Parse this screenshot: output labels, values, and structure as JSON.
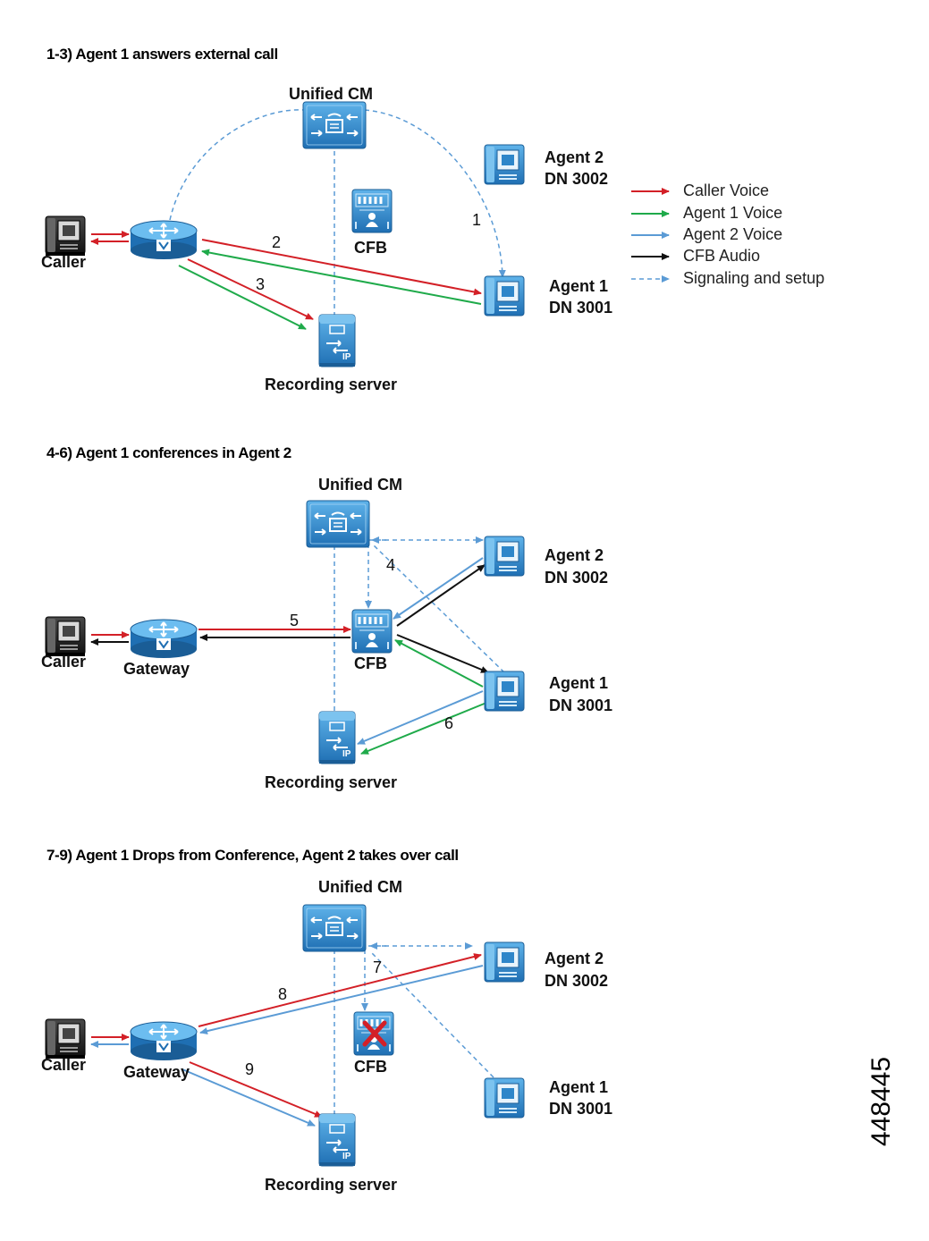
{
  "panels": [
    {
      "title": "1-3) Agent 1 answers external call",
      "unified_cm": "Unified CM",
      "caller": "Caller",
      "cfb": "CFB",
      "recording": "Recording server",
      "agent2": "Agent 2",
      "agent2_dn": "DN 3002",
      "agent1": "Agent 1",
      "agent1_dn": "DN 3001",
      "steps": [
        "1",
        "2",
        "3"
      ]
    },
    {
      "title": "4-6) Agent 1 conferences in Agent 2",
      "unified_cm": "Unified CM",
      "caller": "Caller",
      "gateway": "Gateway",
      "cfb": "CFB",
      "recording": "Recording server",
      "agent2": "Agent 2",
      "agent2_dn": "DN 3002",
      "agent1": "Agent 1",
      "agent1_dn": "DN 3001",
      "steps": [
        "4",
        "5",
        "6"
      ]
    },
    {
      "title": "7-9) Agent 1 Drops from Conference, Agent 2 takes over call",
      "unified_cm": "Unified CM",
      "caller": "Caller",
      "gateway": "Gateway",
      "cfb": "CFB",
      "recording": "Recording server",
      "agent2": "Agent 2",
      "agent2_dn": "DN 3002",
      "agent1": "Agent 1",
      "agent1_dn": "DN 3001",
      "steps": [
        "7",
        "8",
        "9"
      ]
    }
  ],
  "legend": [
    {
      "label": "Caller Voice",
      "color": "#d32027",
      "style": "solid"
    },
    {
      "label": "Agent 1 Voice",
      "color": "#1faa4a",
      "style": "solid"
    },
    {
      "label": "Agent 2 Voice",
      "color": "#5b9bd5",
      "style": "solid"
    },
    {
      "label": "CFB Audio",
      "color": "#111111",
      "style": "solid"
    },
    {
      "label": "Signaling and setup",
      "color": "#5b9bd5",
      "style": "dashed"
    }
  ],
  "figure_id": "448445",
  "colors": {
    "device_blue": "#2e86c9",
    "device_light": "#5aaee6",
    "red": "#d32027",
    "green": "#1faa4a",
    "blue": "#5b9bd5",
    "black": "#111111"
  }
}
